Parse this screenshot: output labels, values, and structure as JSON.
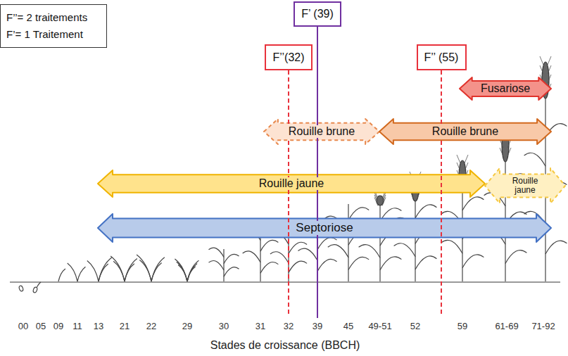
{
  "diagram": {
    "nodes": [
      {
        "text": [
          "F’’= 2 traitements",
          "F’= 1 Traitement"
        ]
      },
      {
        "text": [
          "F’ (39)"
        ]
      },
      {
        "text": [
          "F’’(32)"
        ]
      },
      {
        "text": [
          "F’’ (55)"
        ]
      },
      {
        "text": [
          "Fusariose"
        ]
      },
      {
        "text": [
          "Rouille brune"
        ]
      },
      {
        "text": [
          "Rouille brune"
        ]
      },
      {
        "text": [
          "Rouille jaune"
        ]
      },
      {
        "text": [
          "Rouille jaune"
        ]
      },
      {
        "text": [
          "Septoriose"
        ]
      }
    ],
    "labels": [
      "00",
      "05",
      "09",
      "11",
      "13",
      "21",
      "22",
      "29",
      "30",
      "31",
      "32",
      "39",
      "45",
      "49-51",
      "52",
      "59",
      "61-69",
      "71-92",
      "Stades de croissance (BBCH)"
    ]
  }
}
